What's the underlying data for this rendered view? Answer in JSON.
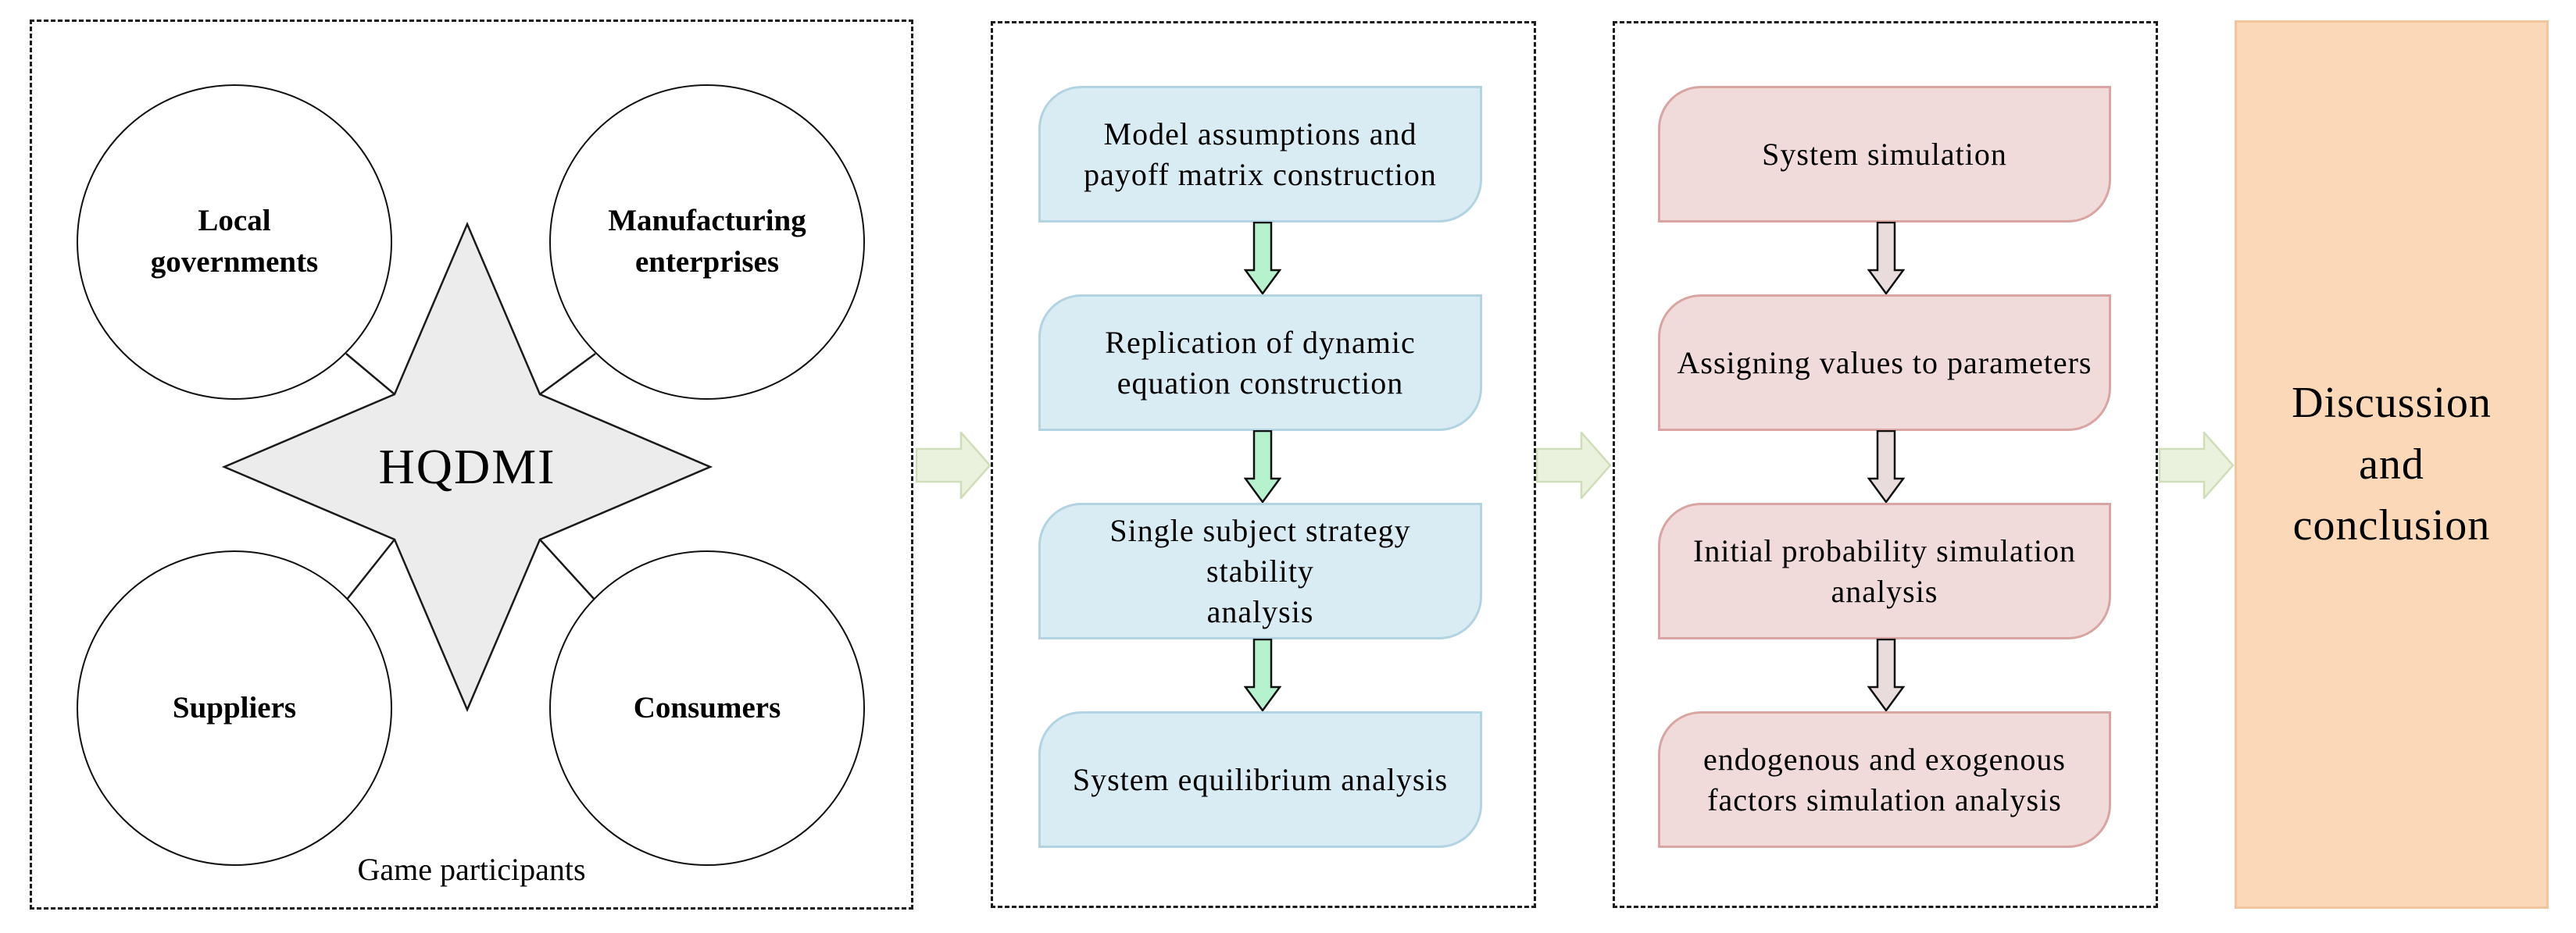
{
  "colors": {
    "blue_box_fill": "#daecf3",
    "blue_box_border": "#b2d3e2",
    "pink_box_fill": "#f1dbda",
    "pink_box_border": "#d8a5a2",
    "orange_panel_fill": "#fbd8b7",
    "orange_panel_border": "#f3c59c",
    "green_step_arrow_fill": "#b7f2cf",
    "pink_step_arrow_fill": "#e9dcdc",
    "flow_arrow_fill": "#eaf1dd",
    "flow_arrow_border": "#cfdeb8",
    "star_fill": "#ececec",
    "line_color": "#1b1b1b"
  },
  "participants_panel": {
    "caption": "Game participants",
    "center_label": "HQDMI",
    "circles": [
      {
        "label": "Local\ngovernments"
      },
      {
        "label": "Manufacturing\nenterprises"
      },
      {
        "label": "Suppliers"
      },
      {
        "label": "Consumers"
      }
    ]
  },
  "model_panel": {
    "steps": [
      "Model assumptions and\npayoff matrix construction",
      "Replication of dynamic\nequation construction",
      "Single subject strategy  stability\nanalysis",
      "System equilibrium analysis"
    ]
  },
  "simulation_panel": {
    "steps": [
      "System simulation",
      "Assigning values to parameters",
      "Initial probability simulation\nanalysis",
      "endogenous and exogenous\nfactors simulation analysis"
    ]
  },
  "conclusion_panel": {
    "label": "Discussion\nand\nconclusion"
  }
}
